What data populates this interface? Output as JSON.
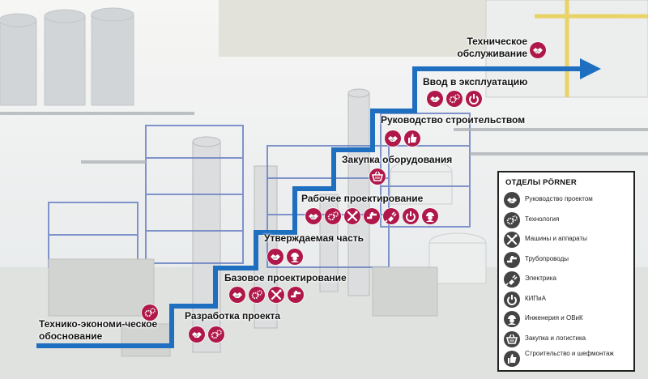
{
  "steps": {
    "feasibility": {
      "label": "Технико-экономи-ческое обоснование",
      "icons": [
        "technology-icon"
      ]
    },
    "project_development": {
      "label": "Разработка проекта",
      "icons": [
        "handshake-icon",
        "technology-icon"
      ]
    },
    "basic_engineering": {
      "label": "Базовое проектирование",
      "icons": [
        "handshake-icon",
        "technology-icon",
        "tools-icon",
        "pipe-icon"
      ]
    },
    "approved_part": {
      "label": "Утверждаемая часть",
      "icons": [
        "handshake-icon",
        "worker-icon"
      ]
    },
    "detail_engineering": {
      "label": "Рабочее проектирование",
      "icons": [
        "handshake-icon",
        "technology-icon",
        "tools-icon",
        "pipe-icon",
        "plug-icon",
        "power-icon",
        "worker-icon"
      ]
    },
    "procurement": {
      "label": "Закупка оборудования",
      "icons": [
        "basket-icon"
      ]
    },
    "construction_management": {
      "label": "Руководство строительством",
      "icons": [
        "handshake-icon",
        "thumbs-up-icon"
      ]
    },
    "commissioning": {
      "label": "Ввод в эксплуатацию",
      "icons": [
        "handshake-icon",
        "technology-icon",
        "power-icon"
      ]
    },
    "maintenance": {
      "label": "Техническое обслуживание",
      "icons": [
        "handshake-icon"
      ]
    }
  },
  "legend": {
    "title": "ОТДЕЛЫ PÖRNER",
    "items": [
      {
        "icon": "handshake-icon",
        "label": "Руководство проектом"
      },
      {
        "icon": "technology-icon",
        "label": "Технология"
      },
      {
        "icon": "tools-icon",
        "label": "Машины и аппараты"
      },
      {
        "icon": "pipe-icon",
        "label": "Трубопроводы"
      },
      {
        "icon": "plug-icon",
        "label": "Электрика"
      },
      {
        "icon": "power-icon",
        "label": "КИПиА"
      },
      {
        "icon": "worker-icon",
        "label": "Инженерия и ОВиК"
      },
      {
        "icon": "basket-icon",
        "label": "Закупка и логистика"
      },
      {
        "icon": "thumbs-up-icon",
        "label": "Строительство и шефмонтаж"
      }
    ]
  },
  "colors": {
    "step_line": "#1f6fc0",
    "icon_fill": "#b0184a",
    "legend_icon": "#444444"
  }
}
